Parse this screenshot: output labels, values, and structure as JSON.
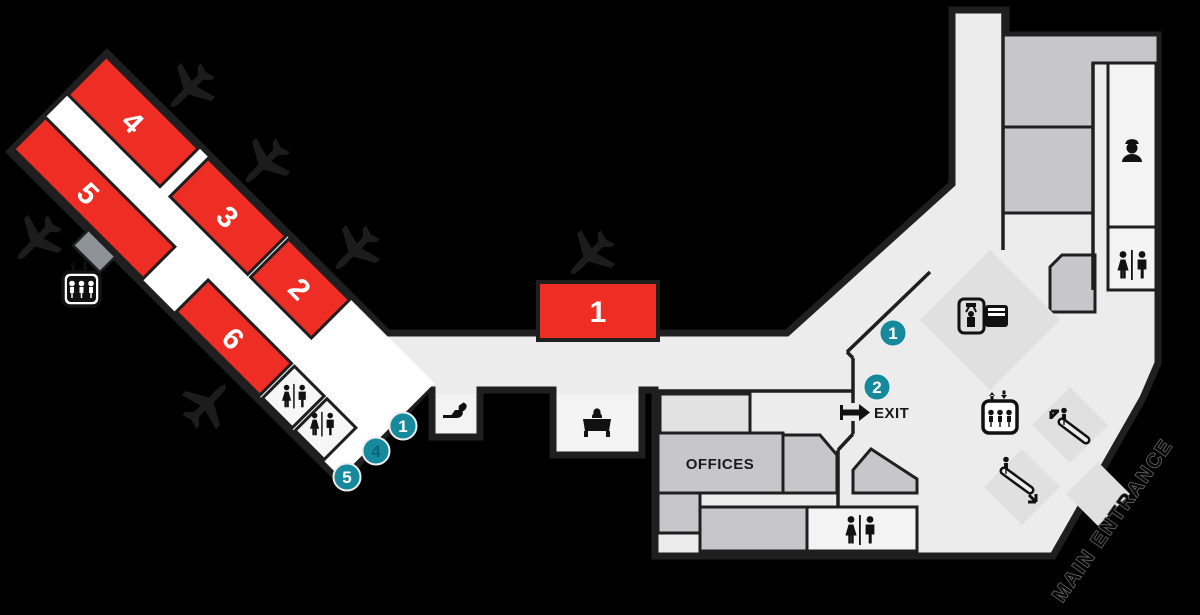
{
  "map_title": "Airport terminal floor plan",
  "colors": {
    "gate_red": "#ee2e24",
    "marker_teal": "#17899c",
    "marker_num_white": "#ffffff",
    "marker_num_teal_dark": "#0b6575",
    "floor_gray": "#ececec",
    "walkway_white": "#ffffff",
    "room_gray": "#c7c7c9",
    "room_light_gray": "#e2e2e2",
    "room_white": "#f3f3f3",
    "wall_black": "#1f1f1f",
    "decor_diamond": "#e0e0e0",
    "jetway_gray": "#8e9299"
  },
  "gates": {
    "concourse": [
      {
        "label": "4"
      },
      {
        "label": "3"
      },
      {
        "label": "2"
      },
      {
        "label": "5"
      },
      {
        "label": "6"
      }
    ],
    "main": {
      "label": "1"
    }
  },
  "markers": {
    "concourse_tip": [
      {
        "label": "1"
      },
      {
        "label": "4"
      },
      {
        "label": "5"
      }
    ],
    "hall": [
      {
        "label": "1"
      },
      {
        "label": "2"
      }
    ]
  },
  "labels": {
    "offices": "OFFICES",
    "exit": "EXIT",
    "main_entrance": "MAIN ENTRANCE"
  },
  "icons": {
    "airplane-icon": "airplane silhouette (6 parked planes)",
    "restroom-icon": "woman | man pictogram (4 locations)",
    "elevator-icon": "box with three people and up/down arrows (2 locations)",
    "escalator-up-icon": "escalator with up-left arrow",
    "escalator-down-icon": "escalator with down-right arrow",
    "police-officer-icon": "officer bust with cap",
    "baggage-claim-icon": "person lifting bag plus suitcase",
    "shoe-shine-icon": "pair of shoes",
    "info-desk-icon": "attendant behind counter",
    "exit-arrow-icon": "right-pointing arrow"
  }
}
